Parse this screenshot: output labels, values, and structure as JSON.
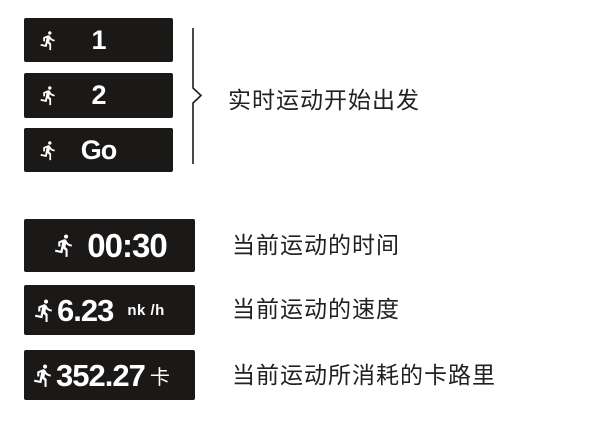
{
  "colors": {
    "page_background": "#ffffff",
    "screen_background": "#1b1918",
    "screen_text": "#ffffff",
    "label_text": "#242022"
  },
  "sequence_group": {
    "label": "实时运动开始出发",
    "screens": [
      {
        "icon": "runner-icon",
        "value": "1"
      },
      {
        "icon": "runner-icon",
        "value": "2"
      },
      {
        "icon": "runner-icon",
        "value": "Go"
      }
    ]
  },
  "metric_rows": [
    {
      "icon": "runner-icon",
      "value": "00:30",
      "unit": "",
      "label": "当前运动的时间"
    },
    {
      "icon": "runner-icon",
      "value": "6.23",
      "unit": "nk /h",
      "label": "当前运动的速度"
    },
    {
      "icon": "runner-icon",
      "value": "352.27",
      "unit": "卡",
      "label": "当前运动所消耗的卡路里"
    }
  ]
}
